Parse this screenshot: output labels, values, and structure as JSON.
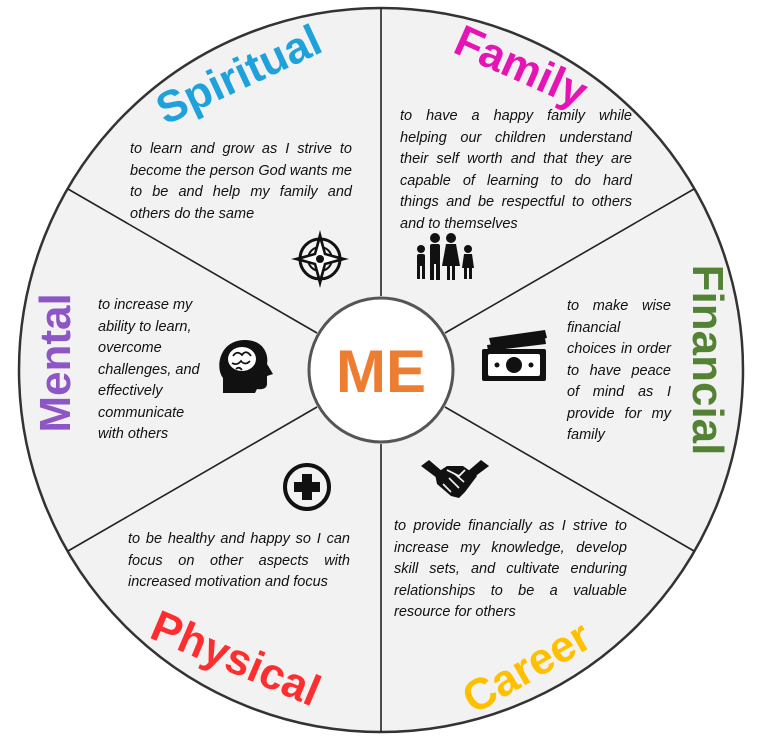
{
  "center": {
    "label": "ME",
    "color": "#ed7d31"
  },
  "segments": [
    {
      "key": "spiritual",
      "title": "Spiritual",
      "color": "#1fa2dc",
      "icon": "compass-icon",
      "text": "to learn and grow as I strive to become the person God wants me to be and help my family and others do the same"
    },
    {
      "key": "family",
      "title": "Family",
      "color": "#e614b4",
      "icon": "family-icon",
      "text": "to have a happy family while helping our children understand their self worth and that they are capable of learning to do hard things and be respectful to others and to themselves"
    },
    {
      "key": "financial",
      "title": "Financial",
      "color": "#548235",
      "icon": "money-icon",
      "text": "to make wise financial choices in order to have peace of mind as I provide for my family"
    },
    {
      "key": "career",
      "title": "Career",
      "color": "#ffc000",
      "icon": "handshake-icon",
      "text": "to provide financially as I strive to increase my knowledge, develop skill sets, and cultivate enduring relationships to be a valuable resource for others"
    },
    {
      "key": "physical",
      "title": "Physical",
      "color": "#ff2e2e",
      "icon": "health-cross-icon",
      "text": "to be healthy and happy so I can focus on other aspects with increased motivation and focus"
    },
    {
      "key": "mental",
      "title": "Mental",
      "color": "#8e55c5",
      "icon": "brain-head-icon",
      "text": "to increase my ability to learn, overcome challenges, and effectively communicate with others"
    }
  ]
}
